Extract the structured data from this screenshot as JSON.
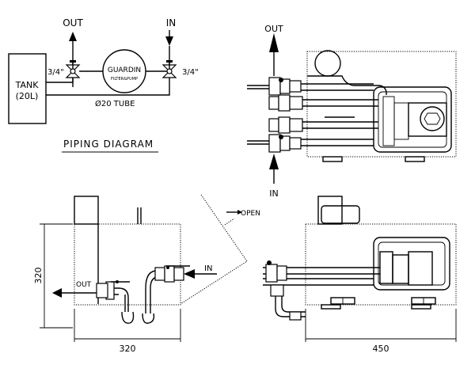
{
  "piping": {
    "out": "OUT",
    "in": "IN",
    "valve_left_size": "3/4\"",
    "valve_right_size": "3/4\"",
    "pump_name": "GUARDIN",
    "pump_sub": "FILTER&PUMP",
    "tank_line1": "TANK",
    "tank_line2": "(20L)",
    "tube": "Ø20 TUBE",
    "title": "PIPING DIAGRAM"
  },
  "top_view": {
    "out": "OUT",
    "in": "IN"
  },
  "front_view": {
    "out": "OUT",
    "in": "IN",
    "open": "OPEN",
    "height_dim": "320",
    "width_dim": "320"
  },
  "side_view": {
    "width_dim": "450"
  }
}
